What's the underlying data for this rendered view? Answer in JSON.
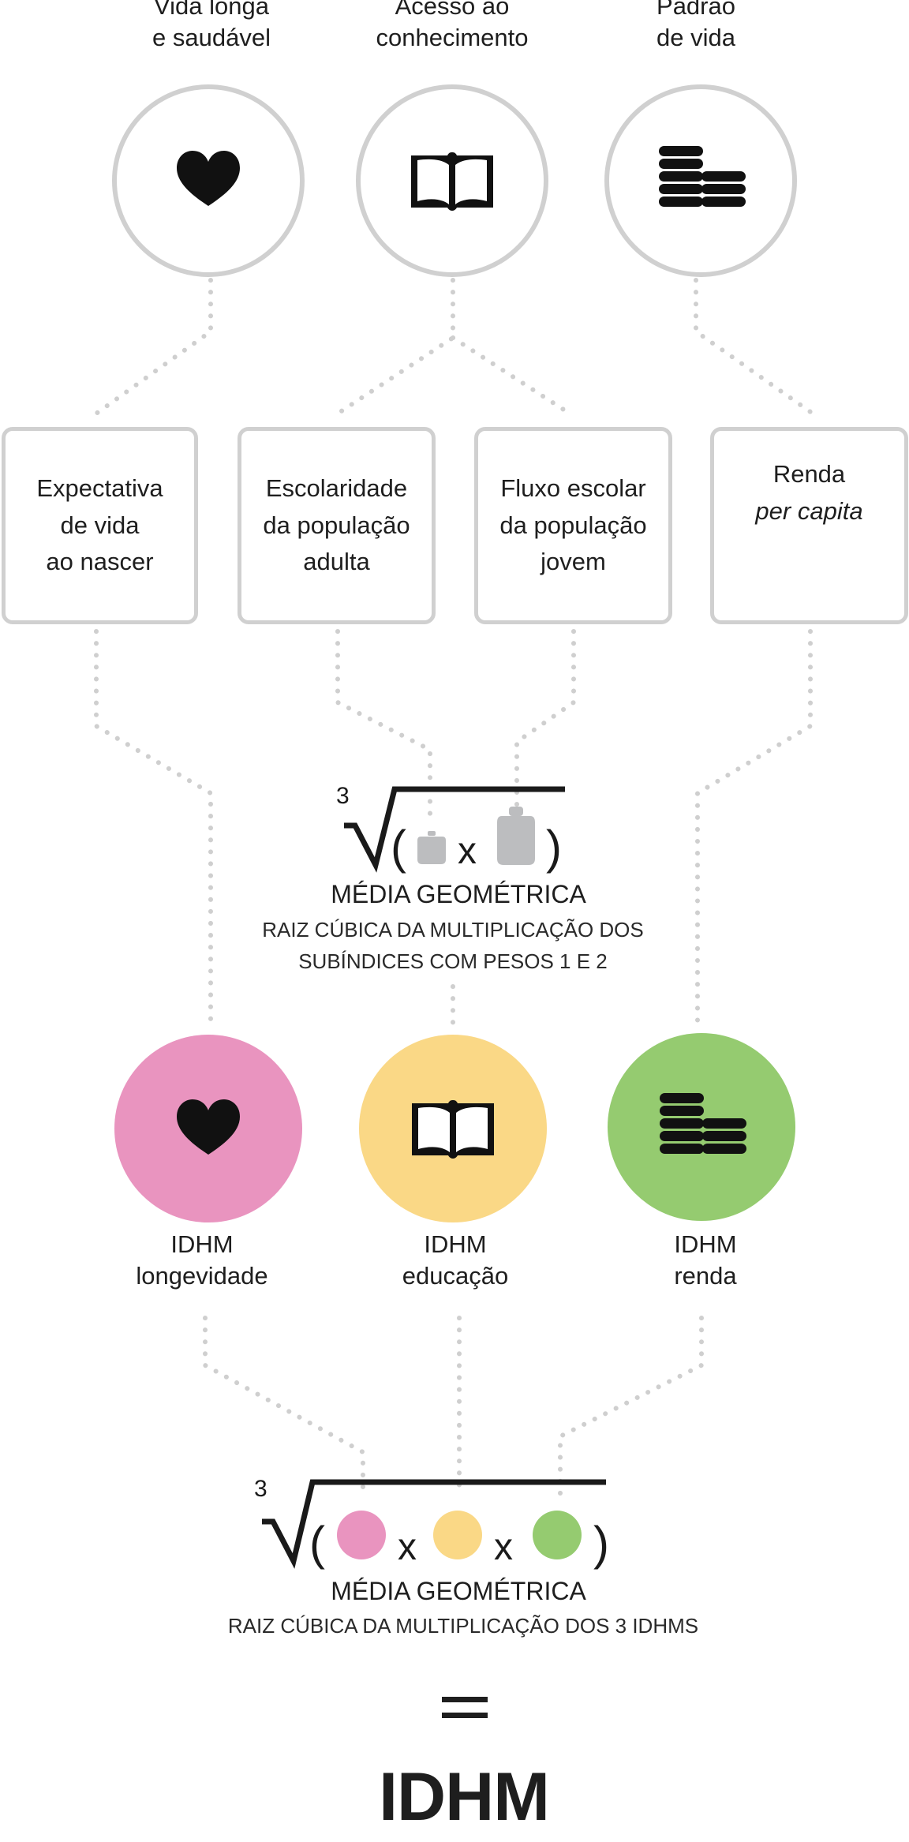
{
  "dimensions": [
    {
      "line1": "Vida longa",
      "line2": "e saudável",
      "icon": "heart-icon"
    },
    {
      "line1": "Acesso ao",
      "line2": "conhecimento",
      "icon": "book-icon"
    },
    {
      "line1": "Padrão",
      "line2": "de vida",
      "icon": "coins-icon"
    }
  ],
  "indicators": [
    {
      "line1": "Expectativa",
      "line2": "de vida",
      "line3": "ao nascer"
    },
    {
      "line1": "Escolaridade",
      "line2": "da população",
      "line3": "adulta"
    },
    {
      "line1": "Fluxo escolar",
      "line2": "da população",
      "line3": "jovem"
    },
    {
      "line1": "Renda",
      "line2": "per capita",
      "line3": ""
    }
  ],
  "formula1": {
    "index": "3",
    "times": "x",
    "open_paren": "(",
    "close_paren": ")",
    "title": "MÉDIA GEOMÉTRICA",
    "subtitle_line1": "RAIZ CÚBICA DA MULTIPLICAÇÃO DOS",
    "subtitle_line2": "SUBÍNDICES COM PESOS 1 E 2"
  },
  "idhm": [
    {
      "line1": "IDHM",
      "line2": "longevidade",
      "color": "#e994bf",
      "icon": "heart-icon"
    },
    {
      "line1": "IDHM",
      "line2": "educação",
      "color": "#fad886",
      "icon": "book-icon"
    },
    {
      "line1": "IDHM",
      "line2": "renda",
      "color": "#95cb70",
      "icon": "coins-icon"
    }
  ],
  "formula2": {
    "index": "3",
    "times1": "x",
    "times2": "x",
    "open_paren": "(",
    "close_paren": ")",
    "title": "MÉDIA GEOMÉTRICA",
    "subtitle": "RAIZ CÚBICA DA MULTIPLICAÇÃO DOS 3 IDHMS"
  },
  "result": "IDHM",
  "colors": {
    "outline": "#d0d0d0",
    "dots": "#cfcfcf",
    "weight": "#bcbdbf",
    "ink": "#1a1a1a"
  }
}
